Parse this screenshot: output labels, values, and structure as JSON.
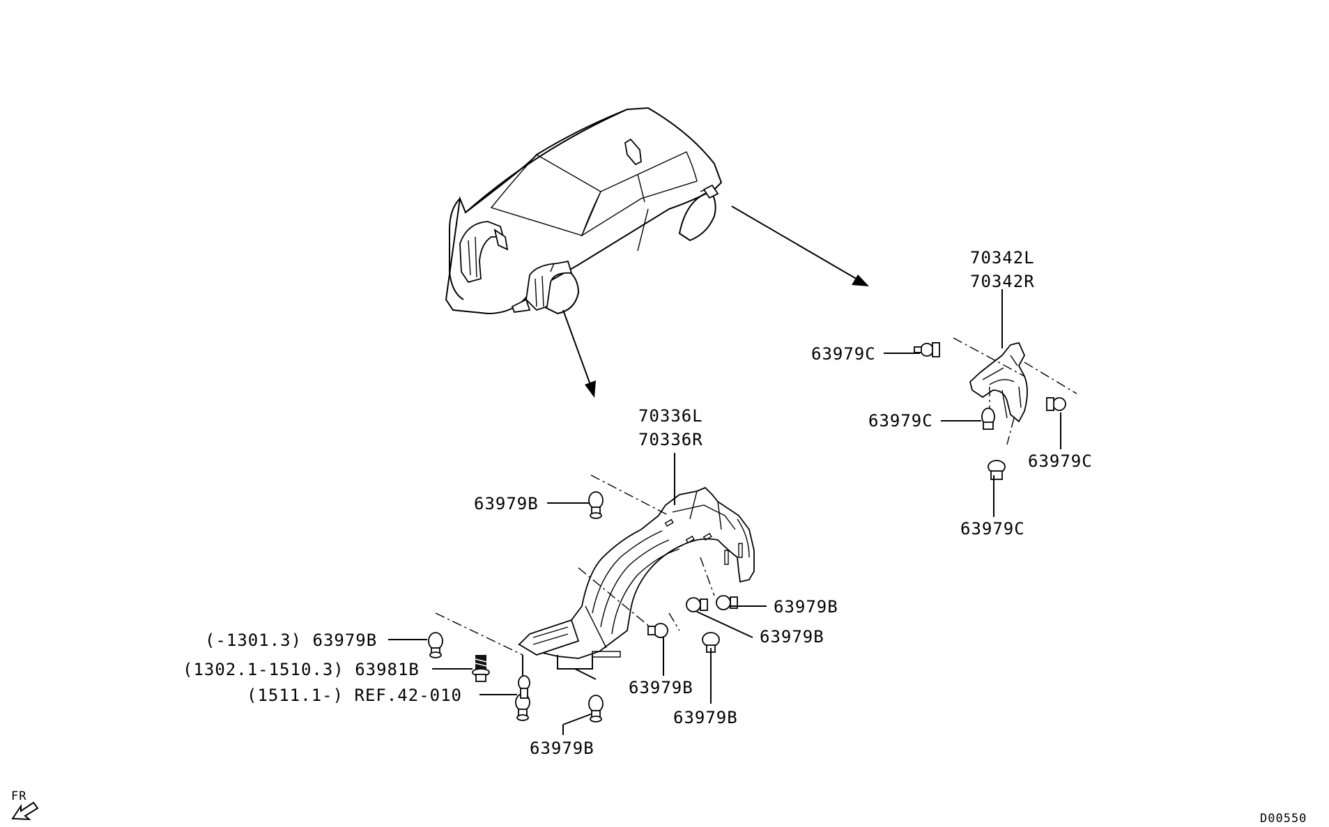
{
  "labels": {
    "rear_liner_left": "70342L",
    "rear_liner_right": "70342R",
    "rear_clip_1": "63979C",
    "rear_clip_2": "63979C",
    "rear_clip_3": "63979C",
    "rear_clip_4": "63979C",
    "front_liner_left": "70336L",
    "front_liner_right": "70336R",
    "front_clip_top": "63979B",
    "front_clip_right_1": "63979B",
    "front_clip_right_2": "63979B",
    "front_clip_bottom_1": "63979B",
    "front_clip_bottom_2": "63979B",
    "front_clip_bottom_3": "63979B",
    "front_clip_left": "(-1301.3) 63979B",
    "front_screw": "(1302.1-1510.3) 63981B",
    "front_ref": "(1511.1-) REF.42-010"
  },
  "orientation": "FR",
  "diagram_code": "D00550",
  "icons": [
    "car-body-icon",
    "front-fender-liner-icon",
    "rear-fender-liner-icon",
    "clip-icon",
    "screw-icon",
    "front-direction-arrow-icon"
  ]
}
